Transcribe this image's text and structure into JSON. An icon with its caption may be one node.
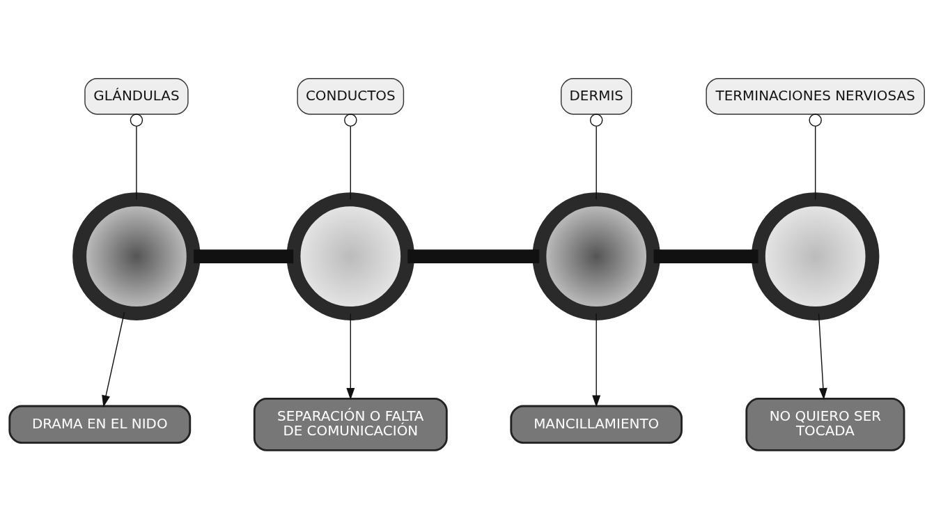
{
  "diagram": {
    "nodes": [
      {
        "text": [
          "GLÁNDULAS"
        ]
      },
      {
        "text": [
          "CONDUCTOS"
        ]
      },
      {
        "text": [
          "DERMIS"
        ]
      },
      {
        "text": [
          "TERMINACIONES NERVIOSAS"
        ]
      },
      {
        "text": [],
        "shape": "circle"
      },
      {
        "text": [],
        "shape": "circle"
      },
      {
        "text": [],
        "shape": "circle"
      },
      {
        "text": [],
        "shape": "circle"
      },
      {
        "text": [
          "DRAMA EN EL NIDO"
        ]
      },
      {
        "text": [
          "SEPARACIÓN O FALTA DE COMUNICACIÓN"
        ]
      },
      {
        "text": [
          "MANCILLAMIENTO"
        ]
      },
      {
        "text": [
          "NO QUIERO SER TOCADA"
        ]
      }
    ],
    "edges": [
      {
        "from": 0,
        "to": 4,
        "arrow": "other"
      },
      {
        "from": 1,
        "to": 5,
        "arrow": "other"
      },
      {
        "from": 2,
        "to": 6,
        "arrow": "other"
      },
      {
        "from": 3,
        "to": 7,
        "arrow": "other"
      },
      {
        "from": 4,
        "to": 5,
        "arrow": "none",
        "style": "thick"
      },
      {
        "from": 5,
        "to": 6,
        "arrow": "none",
        "style": "thick"
      },
      {
        "from": 6,
        "to": 7,
        "arrow": "none",
        "style": "thick"
      },
      {
        "from": 4,
        "to": 8,
        "arrow": "to"
      },
      {
        "from": 5,
        "to": 9,
        "arrow": "to"
      },
      {
        "from": 6,
        "to": 10,
        "arrow": "to"
      },
      {
        "from": 7,
        "to": 11,
        "arrow": "to"
      }
    ]
  }
}
